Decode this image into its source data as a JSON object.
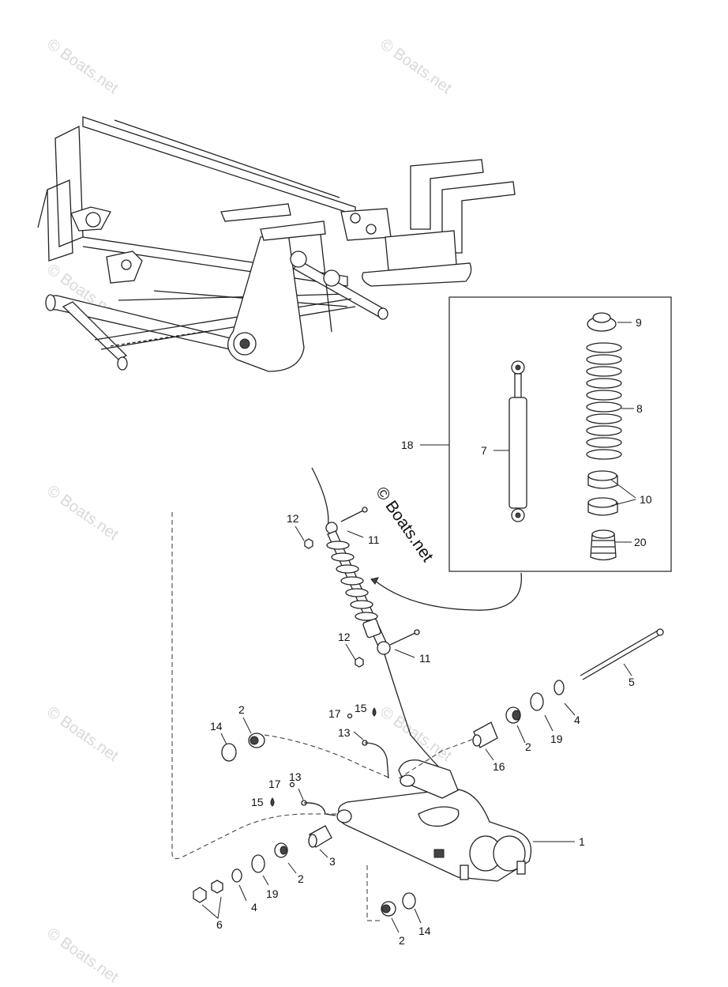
{
  "watermark": {
    "text": "© Boats.net",
    "center_text": "© Boats.net"
  },
  "callouts": {
    "c1": "1",
    "c2a": "2",
    "c2b": "2",
    "c2c": "2",
    "c2d": "2",
    "c3": "3",
    "c4a": "4",
    "c4b": "4",
    "c5": "5",
    "c6": "6",
    "c7": "7",
    "c8": "8",
    "c9": "9",
    "c10": "10",
    "c11a": "11",
    "c11b": "11",
    "c12a": "12",
    "c12b": "12",
    "c13a": "13",
    "c13b": "13",
    "c14a": "14",
    "c14b": "14",
    "c15a": "15",
    "c15b": "15",
    "c16": "16",
    "c17a": "17",
    "c17b": "17",
    "c18": "18",
    "c19a": "19",
    "c19b": "19",
    "c20": "20"
  }
}
